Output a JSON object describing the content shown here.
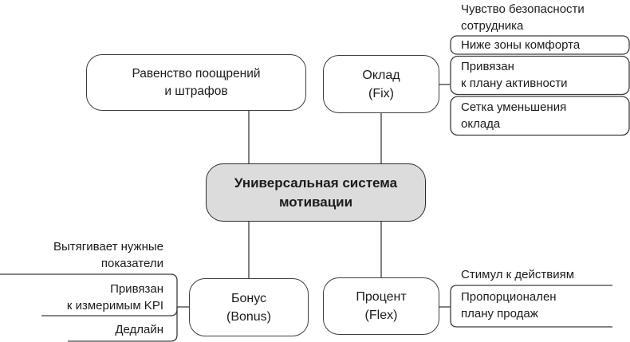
{
  "colors": {
    "line": "#3d3d3d",
    "text": "#1b1b1b",
    "center_fill": "#dcdcdc",
    "background": "#ffffff"
  },
  "center_node": {
    "line1": "Универсальная система",
    "line2": "мотивации"
  },
  "branch_nodes": {
    "ravenstvo": {
      "line1": "Равенство поощрений",
      "line2": "и штрафов"
    },
    "oklad": {
      "line1": "Оклад",
      "line2": "(Fix)"
    },
    "bonus": {
      "line1": "Бонус",
      "line2": "(Bonus)"
    },
    "procent": {
      "line1": "Процент",
      "line2": "(Flex)"
    }
  },
  "oklad_children": {
    "chuvstvo": {
      "line1": "Чувство безопасности",
      "line2": "сотрудника"
    },
    "nizhe": {
      "line1": "Ниже зоны комфорта"
    },
    "privyazan_plan": {
      "line1": "Привязан",
      "line2": "к плану активности"
    },
    "setka": {
      "line1": "Сетка уменьшения",
      "line2": "оклада"
    }
  },
  "bonus_children": {
    "vytyagivaet": {
      "line1": "Вытягивает нужные",
      "line2": "показатели"
    },
    "privyazan_kpi": {
      "line1": "Привязан",
      "line2": "к измеримым KPI"
    },
    "dedlain": {
      "line1": "Дедлайн"
    }
  },
  "procent_children": {
    "stimul": {
      "line1": "Стимул к действиям"
    },
    "proporcionalen": {
      "line1": "Пропорционален",
      "line2": "плану продаж"
    }
  }
}
